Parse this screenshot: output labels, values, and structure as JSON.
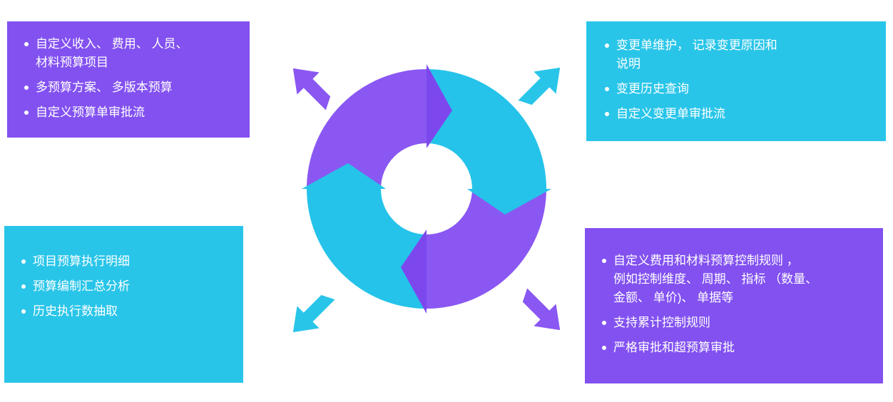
{
  "colors": {
    "purple_box": "#8251F0",
    "purple_segment": "#8A57F2",
    "purple_chevron": "#7C48EE",
    "purple_arrow": "#8A57F2",
    "cyan_box": "#29C5E9",
    "cyan_segment": "#25C3E9",
    "cyan_chevron": "#25C3E9",
    "cyan_arrow": "#29C5E9",
    "text": "#FFFFFF",
    "background": "#FFFFFF"
  },
  "boxes": {
    "top_left": {
      "bullets": [
        "自定义收入、 费用、 人员、\n材料预算项目",
        "多预算方案、 多版本预算",
        "自定义预算单审批流"
      ]
    },
    "top_right": {
      "bullets": [
        "变更单维护， 记录变更原因和\n说明",
        "变更历史查询",
        "自定义变更单审批流"
      ]
    },
    "bottom_left": {
      "bullets": [
        "项目预算执行明细",
        "预算编制汇总分析",
        "历史执行数抽取"
      ]
    },
    "bottom_right": {
      "bullets": [
        "自定义费用和材料预算控制规则 ，\n例如控制维度、 周期、 指标 （数量、\n金额、 单价)、 单据等",
        "支持累计控制规则",
        "严格审批和超预算审批"
      ]
    }
  },
  "diagram": {
    "type": "cycle",
    "direction": "clockwise",
    "segments": [
      "top-left-purple",
      "top-right-cyan",
      "bottom-right-purple",
      "bottom-left-cyan"
    ],
    "corner_arrows": [
      "expand-up-left",
      "expand-up-right",
      "expand-down-left",
      "expand-down-right"
    ]
  }
}
